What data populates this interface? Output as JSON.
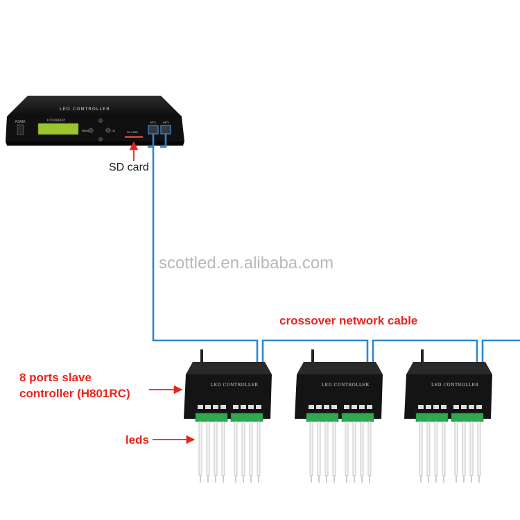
{
  "master": {
    "title": "LED CONTROLLER",
    "display_label": "LCD DISPLAY",
    "power_label": "POWER",
    "menu_label": "MENU",
    "ok_label": "OK",
    "sd_slot_label": "SD CARD",
    "net1_label": "NET1",
    "net2_label": "NET2"
  },
  "labels": {
    "sd_card": "SD card",
    "crossover": "crossover network cable",
    "slave_line1": "8 ports slave",
    "slave_line2": "controller (H801RC)",
    "leds": "leds"
  },
  "watermark": "scottled.en.alibaba.com",
  "slaves": [
    {
      "title": "LED CONTROLLER"
    },
    {
      "title": "LED CONTROLLER"
    },
    {
      "title": "LED CONTROLLER"
    }
  ],
  "colors": {
    "cable": "#2e86d1",
    "arrow": "#e8241c",
    "device_body": "#141414",
    "terminal": "#2fa84f",
    "lcd": "#9ac530"
  }
}
